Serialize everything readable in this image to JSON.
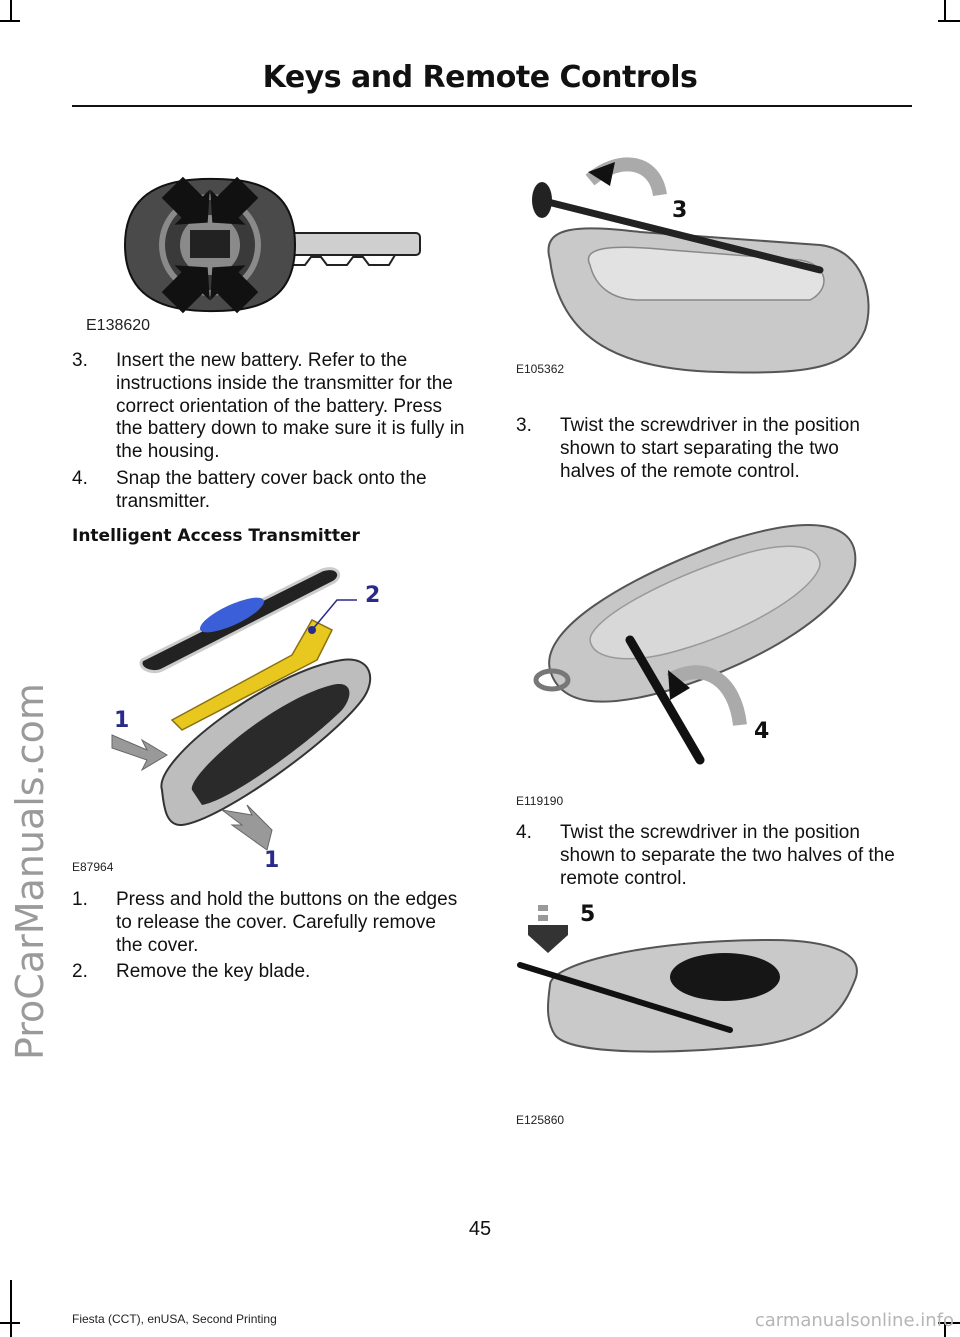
{
  "header": {
    "title": "Keys and Remote Controls"
  },
  "watermark": "ProCarManuals.com",
  "figures": {
    "key_fob": {
      "code": "E138620"
    },
    "intelligent_access": {
      "code": "E87964",
      "callouts": [
        "1",
        "1",
        "2"
      ]
    },
    "screwdriver_top": {
      "code": "E105362",
      "callout": "3"
    },
    "screwdriver_side": {
      "code": "E119190",
      "callout": "4"
    },
    "battery_open": {
      "code": "E125860",
      "callout": "5"
    }
  },
  "left_column": {
    "steps_a": [
      {
        "num": "3.",
        "text": "Insert the new battery. Refer to the instructions inside the transmitter for the correct orientation of the battery. Press the battery down to make sure it is fully in the housing."
      },
      {
        "num": "4.",
        "text": "Snap the battery cover back onto the transmitter."
      }
    ],
    "section_title": "Intelligent Access Transmitter",
    "steps_b": [
      {
        "num": "1.",
        "text": "Press and hold the buttons on the edges to release the cover. Carefully remove the cover."
      },
      {
        "num": "2.",
        "text": "Remove the key blade."
      }
    ]
  },
  "right_column": {
    "steps": [
      {
        "num": "3.",
        "text": "Twist the screwdriver in the position shown to start separating the two halves of the remote control."
      },
      {
        "num": "4.",
        "text": "Twist the screwdriver in the position shown to separate the two halves of the remote control."
      }
    ]
  },
  "footer": {
    "page_number": "45",
    "edition": "Fiesta (CCT), enUSA, Second Printing",
    "site_mark": "carmanualsonline.info"
  },
  "colors": {
    "callout_blue": "#2a2a8a",
    "key_blade_yellow": "#e8c81e",
    "fob_blue": "#3a5fd8"
  }
}
